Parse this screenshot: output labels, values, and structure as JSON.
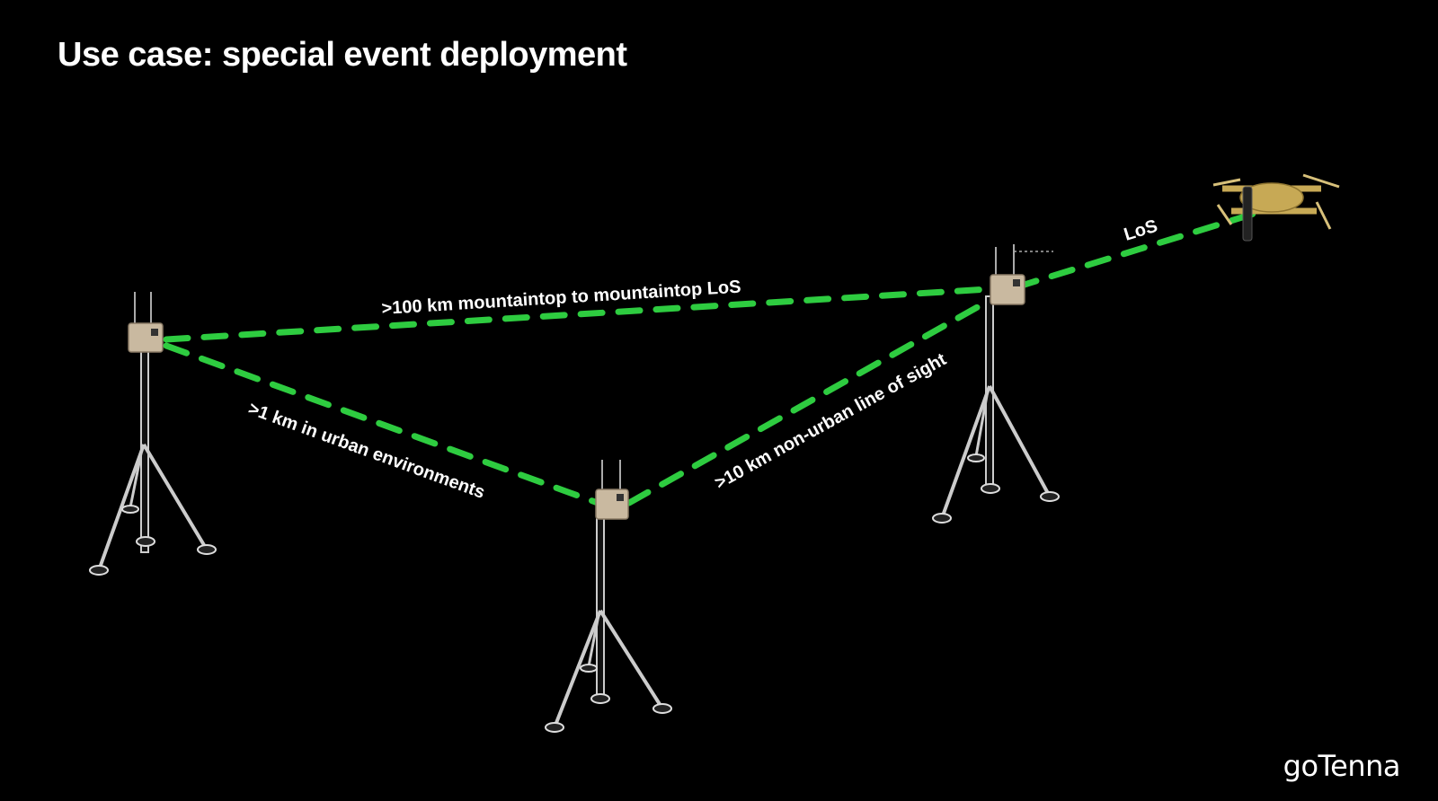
{
  "slide": {
    "title": "Use case: special event deployment",
    "logo": "goTenna"
  },
  "colors": {
    "background": "#000000",
    "link_dash": "#2ecc40",
    "text": "#ffffff",
    "device_body": "#c9b9a0",
    "drone_body": "#c7a955"
  },
  "nodes": [
    {
      "id": "node-left",
      "label": "mast-radio-left"
    },
    {
      "id": "node-center",
      "label": "mast-radio-center"
    },
    {
      "id": "node-right",
      "label": "mast-radio-right"
    },
    {
      "id": "drone",
      "label": "drone"
    }
  ],
  "links": [
    {
      "from": "node-left",
      "to": "node-right",
      "label": ">100 km mountaintop to mountaintop LoS"
    },
    {
      "from": "node-left",
      "to": "node-center",
      "label": ">1 km in urban environments"
    },
    {
      "from": "node-center",
      "to": "node-right",
      "label": ">10 km non-urban line of sight"
    },
    {
      "from": "node-right",
      "to": "drone",
      "label": "LoS"
    }
  ]
}
